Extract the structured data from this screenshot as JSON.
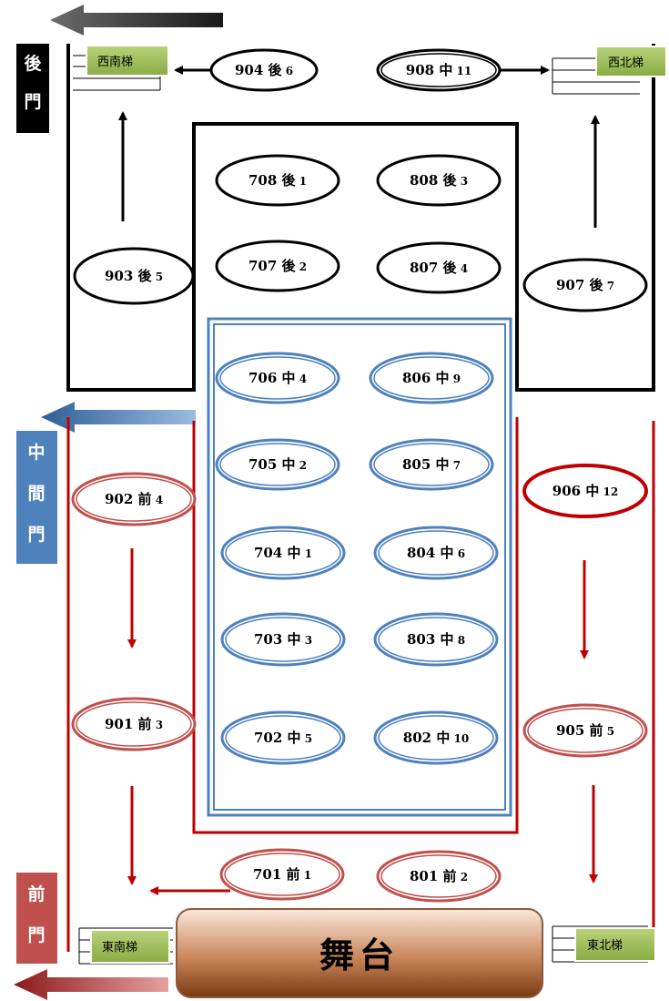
{
  "doors": {
    "back": [
      "後",
      "門"
    ],
    "middle": [
      "中",
      "間",
      "門"
    ],
    "front": [
      "前",
      "門"
    ]
  },
  "stairs": {
    "southwest": "西南梯",
    "northwest": "西北梯",
    "southeast": "東南梯",
    "northeast": "東北梯"
  },
  "stage": "舞台",
  "rooms": [
    {
      "id": "r904",
      "num": "904",
      "label": "後",
      "order": "6",
      "style": "black"
    },
    {
      "id": "r908",
      "num": "908",
      "label": "中",
      "order": "11",
      "style": "black-double"
    },
    {
      "id": "r708",
      "num": "708",
      "label": "後",
      "order": "1",
      "style": "black"
    },
    {
      "id": "r808",
      "num": "808",
      "label": "後",
      "order": "3",
      "style": "black"
    },
    {
      "id": "r903",
      "num": "903",
      "label": "後",
      "order": "5",
      "style": "black"
    },
    {
      "id": "r707",
      "num": "707",
      "label": "後",
      "order": "2",
      "style": "black"
    },
    {
      "id": "r807",
      "num": "807",
      "label": "後",
      "order": "4",
      "style": "black"
    },
    {
      "id": "r907",
      "num": "907",
      "label": "後",
      "order": "7",
      "style": "black"
    },
    {
      "id": "r706",
      "num": "706",
      "label": "中",
      "order": "4",
      "style": "blue"
    },
    {
      "id": "r806",
      "num": "806",
      "label": "中",
      "order": "9",
      "style": "blue"
    },
    {
      "id": "r705",
      "num": "705",
      "label": "中",
      "order": "2",
      "style": "blue"
    },
    {
      "id": "r805",
      "num": "805",
      "label": "中",
      "order": "7",
      "style": "blue"
    },
    {
      "id": "r704",
      "num": "704",
      "label": "中",
      "order": "1",
      "style": "blue"
    },
    {
      "id": "r804",
      "num": "804",
      "label": "中",
      "order": "6",
      "style": "blue"
    },
    {
      "id": "r703",
      "num": "703",
      "label": "中",
      "order": "3",
      "style": "blue"
    },
    {
      "id": "r803",
      "num": "803",
      "label": "中",
      "order": "8",
      "style": "blue"
    },
    {
      "id": "r702",
      "num": "702",
      "label": "中",
      "order": "5",
      "style": "blue"
    },
    {
      "id": "r802",
      "num": "802",
      "label": "中",
      "order": "10",
      "style": "blue"
    },
    {
      "id": "r902",
      "num": "902",
      "label": "前",
      "order": "4",
      "style": "red"
    },
    {
      "id": "r906",
      "num": "906",
      "label": "中",
      "order": "12",
      "style": "red-solid"
    },
    {
      "id": "r901",
      "num": "901",
      "label": "前",
      "order": "3",
      "style": "red"
    },
    {
      "id": "r905",
      "num": "905",
      "label": "前",
      "order": "5",
      "style": "red"
    },
    {
      "id": "r701",
      "num": "701",
      "label": "前",
      "order": "1",
      "style": "red"
    },
    {
      "id": "r801",
      "num": "801",
      "label": "前",
      "order": "2",
      "style": "red"
    }
  ],
  "colors": {
    "black": "#000000",
    "blue": "#4f81bd",
    "red": "#c00000",
    "red_light": "#c0504d",
    "door_black": "#000000",
    "door_blue": "#4f81bd",
    "door_red": "#c0504d",
    "stair_green": "#9bbb59",
    "stage_top": "#f4d4c4",
    "stage_bottom": "#8b4513"
  }
}
